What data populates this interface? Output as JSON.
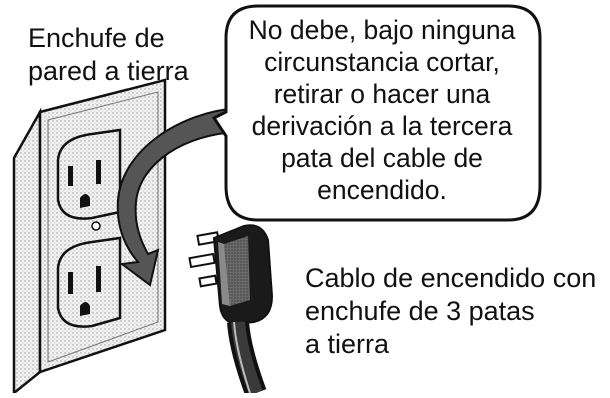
{
  "outlet_label": {
    "line1": "Enchufe de",
    "line2": "pared a tierra"
  },
  "warning_bubble": {
    "line1": "No debe, bajo ninguna",
    "line2": "circunstancia cortar,",
    "line3": "retirar o hacer una",
    "line4": "derivación a la tercera",
    "line5": "pata del cable de",
    "line6": "encendido."
  },
  "cord_label": {
    "line1": "Cablo de encendido con",
    "line2": "enchufe de 3 patas",
    "line3": "a tierra"
  },
  "colors": {
    "ink": "#111111",
    "plate_fill": "#e9e9e9",
    "plug_fill": "#1a1a1a",
    "arrow_fill": "#555555"
  }
}
